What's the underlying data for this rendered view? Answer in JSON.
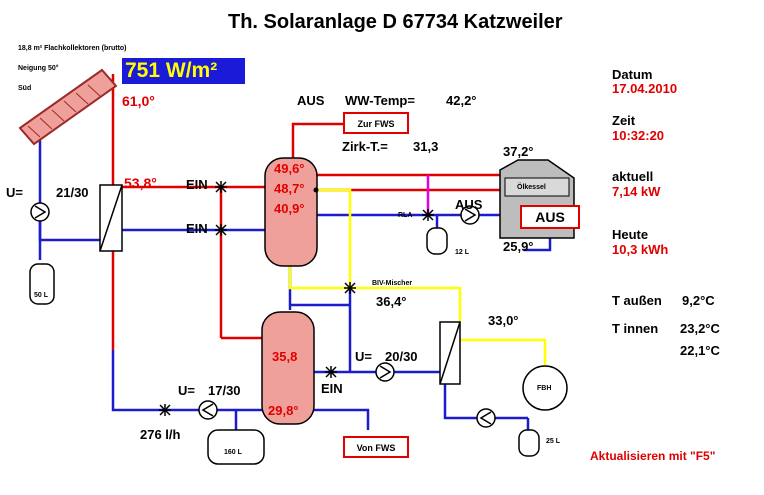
{
  "title": "Th. Solaranlage D 67734 Katzweiler",
  "collector": {
    "area_label": "18,8 m² Flachkollektoren (brutto)",
    "tilt_label": "Neigung 50°",
    "orientation_label": "Süd",
    "irradiance": "751 W/m²",
    "temp_out": "61,0°",
    "temp_return": "53,8°"
  },
  "solar_circuit": {
    "pump_label": "U=",
    "pump_value": "21/30",
    "expansion_tank": "50 L"
  },
  "upper_tank": {
    "temp_top": "49,6°",
    "temp_mid": "48,7°",
    "temp_low": "40,9°",
    "valve_upper": "EIN",
    "valve_lower": "EIN"
  },
  "hot_water": {
    "state": "AUS",
    "temp_label": "WW-Temp=",
    "temp_value": "42,2°",
    "fws_out_label": "Zur FWS",
    "circ_label": "Zirk-T.=",
    "circ_value": "31,3"
  },
  "boiler": {
    "label": "Ölkessel",
    "flow_temp": "37,2°",
    "return_temp": "25,9°",
    "state": "AUS",
    "pump_state": "AUS",
    "rla_label": "RLA",
    "expansion_tank": "12 L"
  },
  "status": {
    "date_label": "Datum",
    "date_value": "17.04.2010",
    "time_label": "Zeit",
    "time_value": "10:32:20",
    "power_label": "aktuell",
    "power_value": "7,14 kW",
    "today_label": "Heute",
    "today_value": "10,3 kWh",
    "outdoor_label": "T außen",
    "outdoor_value": "9,2°C",
    "indoor_label": "T innen",
    "indoor_value_1": "23,2°C",
    "indoor_value_2": "22,1°C"
  },
  "mixer": {
    "label": "BIV-Mischer",
    "temp": "36,4°"
  },
  "lower_tank": {
    "temp_mid": "35,8",
    "temp_bottom": "29,8°",
    "valve": "EIN"
  },
  "heating_circuit": {
    "pump_label": "U=",
    "pump_value": "20/30",
    "flow_temp": "33,0°",
    "fbh_label": "FBH",
    "expansion_tank": "25 L"
  },
  "lower_circuit": {
    "pump_label": "U=",
    "pump_value": "17/30",
    "flow_rate": "276 l/h",
    "expansion_tank": "160 L",
    "fws_in_label": "Von FWS"
  },
  "refresh_hint": "Aktualisieren mit \"F5\"",
  "colors": {
    "pipe_hot": "#e00000",
    "pipe_cold": "#1c1ccc",
    "pipe_mixed": "#ffff00",
    "pipe_circ": "#e000e0",
    "tank_fill": "#f0a09a",
    "irradiance_bg": "#1a1ad8",
    "irradiance_text": "#ffff00"
  }
}
